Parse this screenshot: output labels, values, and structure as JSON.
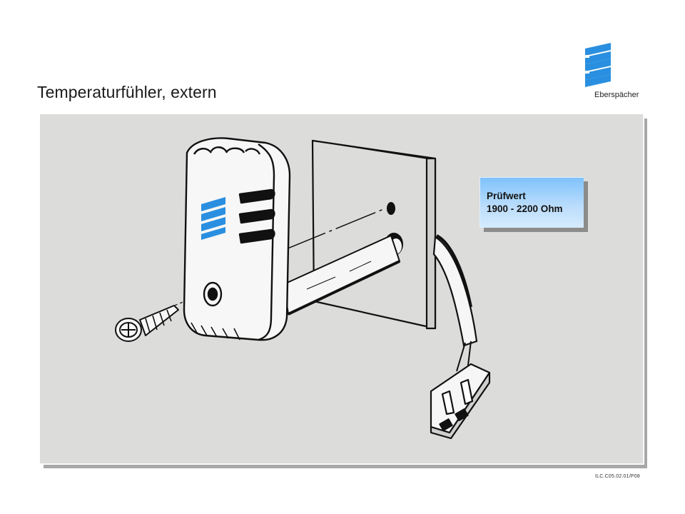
{
  "header": {
    "title": "Temperaturfühler, extern"
  },
  "logo": {
    "name": "Eberspächer",
    "icon": "eberspaecher-logo-icon",
    "color": "#2a8fe0"
  },
  "callout": {
    "line1": "Prüfwert",
    "line2": "1900 - 2200 Ohm"
  },
  "footer": {
    "code": "ILC.C05.02.01/P08"
  },
  "colors": {
    "panel": "#dcdcda",
    "callout_top": "#7ec2fb",
    "callout_bottom": "#d6ebfd",
    "brand_blue": "#2a8fe0"
  }
}
